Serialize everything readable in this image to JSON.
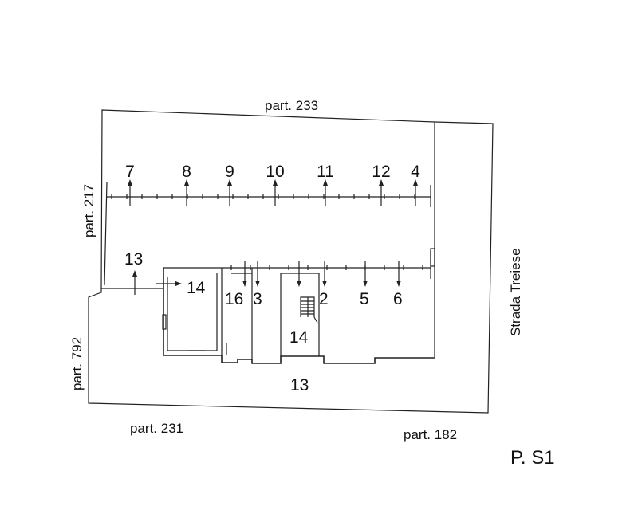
{
  "neighbors": {
    "top": "part. 233",
    "left_upper": "part. 217",
    "left_lower": "part. 792",
    "bottom_left": "part. 231",
    "bottom_right": "part. 182",
    "street": "Strada Treiese"
  },
  "sheet_label": "P. S1",
  "courtyard_label": "13",
  "upper_units": [
    "7",
    "8",
    "9",
    "10",
    "11",
    "12",
    "4"
  ],
  "left_unit": "13",
  "room_units": {
    "left_room": "14",
    "room_16": "16",
    "room_3": "3",
    "stair_room": "14",
    "room_2": "2",
    "room_5": "5",
    "room_6": "6"
  },
  "colors": {
    "line": "#222222",
    "text": "#111111",
    "background": "#ffffff"
  }
}
